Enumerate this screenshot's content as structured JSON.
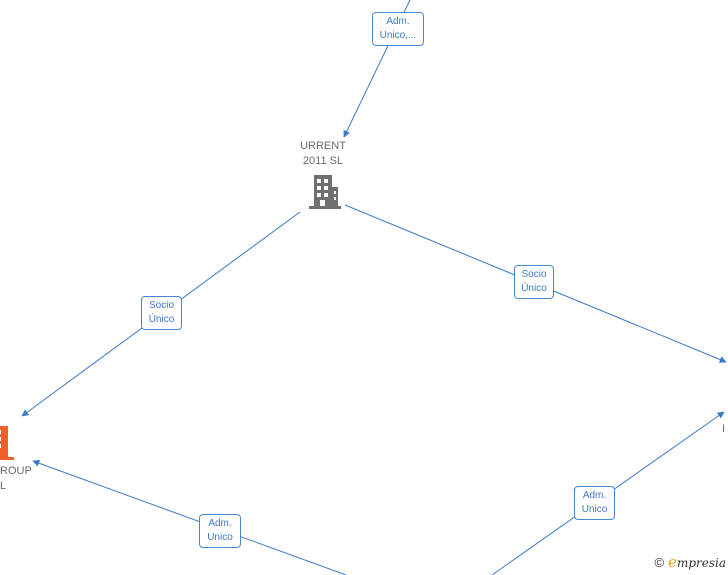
{
  "nodes": {
    "urrent": {
      "line1": "URRENT",
      "line2": "2011 SL"
    },
    "group": {
      "line1": "ROUP",
      "line2": "L"
    },
    "right": {
      "line1": "I"
    }
  },
  "edge_labels": {
    "top": {
      "line1": "Adm.",
      "line2": "Unico,..."
    },
    "left": {
      "line1": "Socio",
      "line2": "Único"
    },
    "right": {
      "line1": "Socio",
      "line2": "Único"
    },
    "bottom_left": {
      "line1": "Adm.",
      "line2": "Unico"
    },
    "bottom_right": {
      "line1": "Adm.",
      "line2": "Unico"
    }
  },
  "colors": {
    "edge": "#3b78c6",
    "building_gray": "#707070",
    "building_orange": "#f0602a"
  },
  "watermark": {
    "copyright": "©",
    "brand_initial": "e",
    "brand_rest": "mpresia"
  }
}
